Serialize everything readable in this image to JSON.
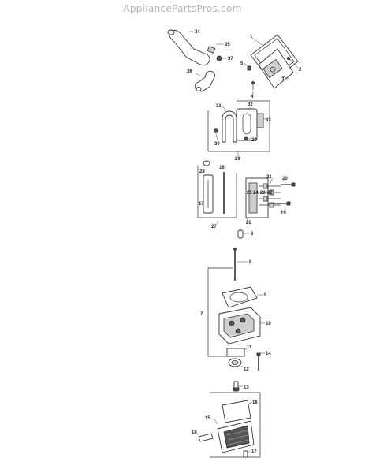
{
  "watermark": "AppliancePartsPros.com",
  "callouts": {
    "c1": "1",
    "c2": "2",
    "c3": "3",
    "c4": "4",
    "c5": "5",
    "c6": "6",
    "c7": "7",
    "c8": "8",
    "c9": "9",
    "c10": "10",
    "c11": "11",
    "c12": "12",
    "c13": "13",
    "c14": "14",
    "c15": "15",
    "c16a": "16",
    "c16b": "16",
    "c17a": "17",
    "c17b": "17",
    "c18": "18",
    "c19": "19",
    "c20": "20",
    "c21": "21",
    "c22": "22",
    "c23": "23",
    "c24": "24",
    "c25": "25",
    "c26": "26",
    "c27": "27",
    "c28": "28",
    "c29a": "29",
    "c29b": "29",
    "c30": "30",
    "c31": "31",
    "c32": "32",
    "c33": "33",
    "c34": "34",
    "c35": "35",
    "c36": "36",
    "c37": "37"
  }
}
